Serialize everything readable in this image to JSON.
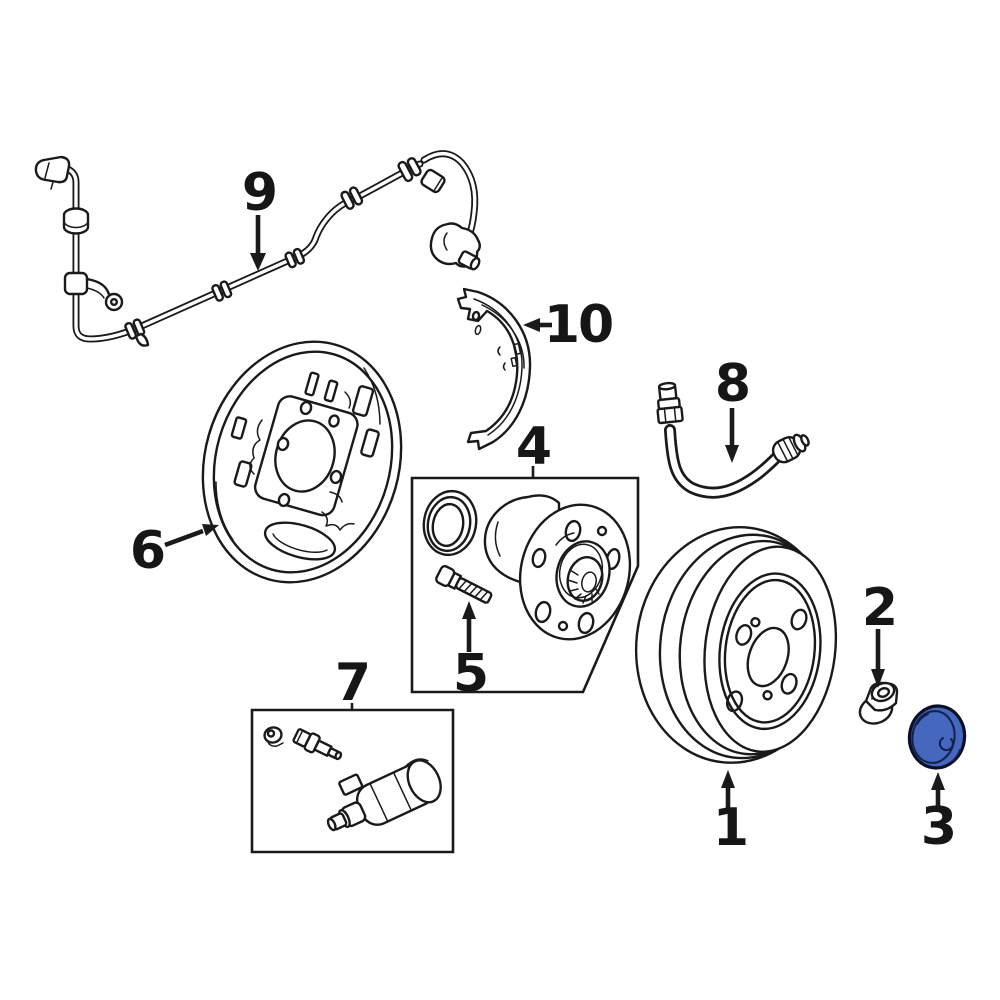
{
  "figure": {
    "type": "exploded-parts-diagram",
    "subject": "rear-drum-brake-assembly",
    "background": "#ffffff",
    "line_color": "#1a1a1a",
    "highlight_fill": "#4667be",
    "highlight_stroke": "#0b1026",
    "highlight_detail": "#13204a",
    "callouts": [
      {
        "label": "1",
        "part": "brake-drum",
        "highlighted": false
      },
      {
        "label": "2",
        "part": "spindle-nut",
        "highlighted": false
      },
      {
        "label": "3",
        "part": "grease-cap",
        "highlighted": true
      },
      {
        "label": "4",
        "part": "hub-bearing-assembly",
        "highlighted": false
      },
      {
        "label": "5",
        "part": "hub-bolt",
        "highlighted": false
      },
      {
        "label": "6",
        "part": "brake-backing-plate",
        "highlighted": false
      },
      {
        "label": "7",
        "part": "wheel-cylinder-kit",
        "highlighted": false
      },
      {
        "label": "8",
        "part": "brake-hose",
        "highlighted": false
      },
      {
        "label": "9",
        "part": "abs-wheel-speed-sensor",
        "highlighted": false
      },
      {
        "label": "10",
        "part": "brake-shoe",
        "highlighted": false
      }
    ]
  }
}
